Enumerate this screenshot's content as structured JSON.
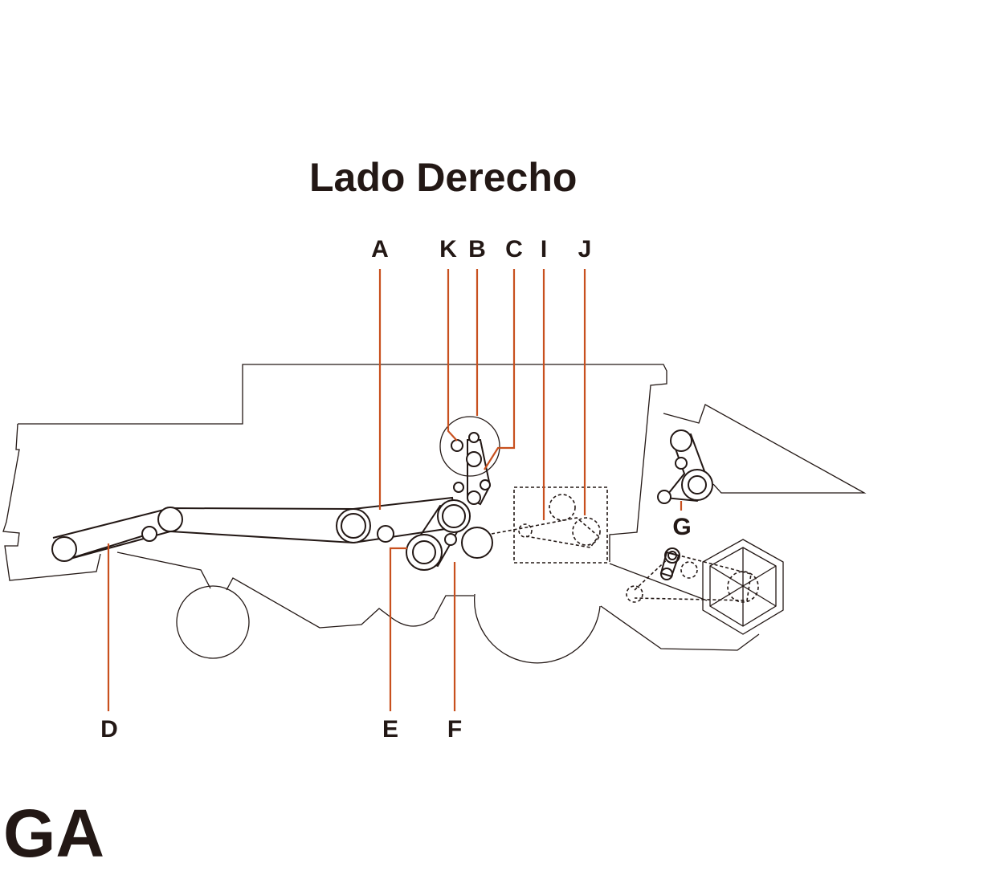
{
  "title": "Lado Derecho",
  "corner_text": "GA",
  "labels": {
    "A": "A",
    "K": "K",
    "B": "B",
    "C": "C",
    "I": "I",
    "J": "J",
    "G": "G",
    "D": "D",
    "E": "E",
    "F": "F"
  },
  "colors": {
    "leader_line": "#c8501e",
    "line_art": "#231815"
  }
}
